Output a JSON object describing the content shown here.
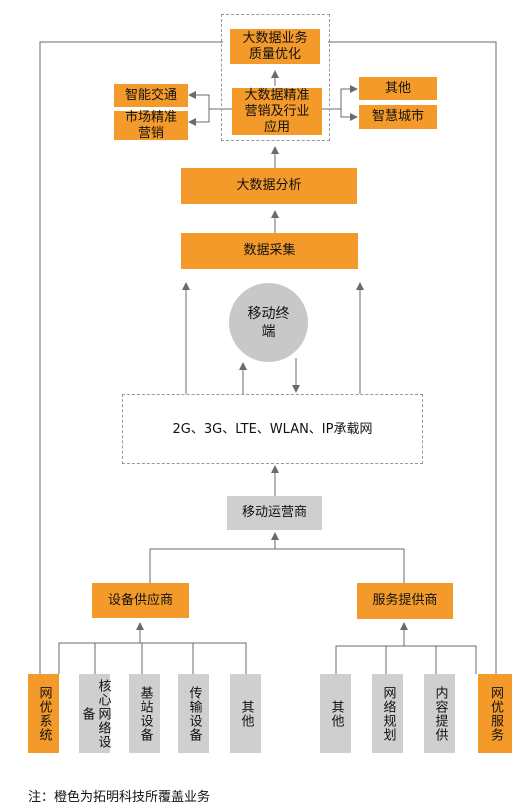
{
  "nodes": {
    "quality": "大数据业务\n质量优化",
    "precision_app": "大数据精准\n营销及行业\n应用",
    "smart_traffic": "智能交通",
    "market_marketing": "市场精准\n营销",
    "other_top": "其他",
    "smart_city": "智慧城市",
    "analysis": "大数据分析",
    "collection": "数据采集",
    "mobile_terminal": "移动终\n端",
    "network": "2G、3G、LTE、WLAN、IP承载网",
    "operator": "移动运营商",
    "equipment_supplier": "设备供应商",
    "service_provider": "服务提供商",
    "network_opt_system": "网优系统",
    "core_network_device": "核心网络设备",
    "base_station_device": "基站设备",
    "transmission_device": "传输设备",
    "other_eq": "其他",
    "other_sv": "其他",
    "network_planning": "网络规划",
    "content_provider": "内容提供",
    "network_opt_service": "网优服务"
  },
  "note": "注：橙色为拓明科技所覆盖业务",
  "colors": {
    "orange": "#f39a2b",
    "gray": "#cfcfcf",
    "line": "#6b6b6b",
    "dash": "#999999"
  }
}
